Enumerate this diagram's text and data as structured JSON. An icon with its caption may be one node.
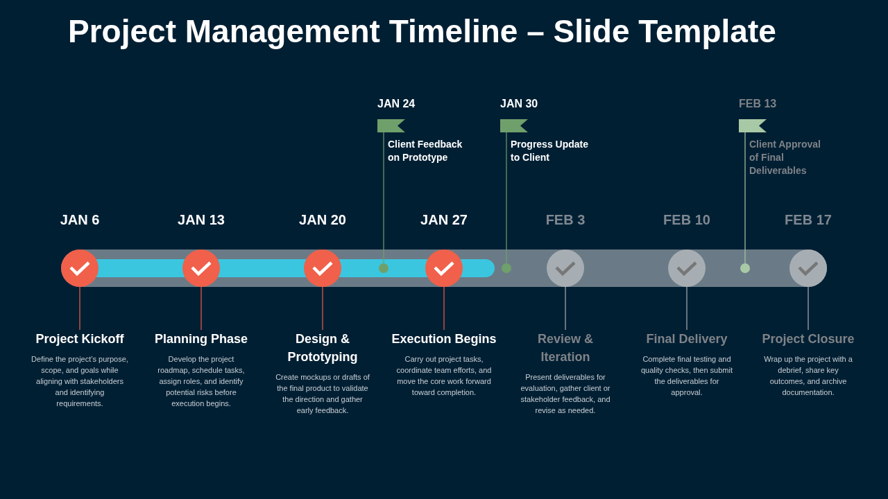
{
  "diagram": {
    "title": "Project Management Timeline – Slide Template",
    "nodes": [
      {
        "text": [],
        "shape": "circle",
        "beside": [
          "JAN 6"
        ]
      },
      {
        "text": [],
        "shape": "circle",
        "beside": [
          "JAN 13"
        ]
      },
      {
        "text": [],
        "shape": "circle",
        "beside": [
          "JAN 20"
        ]
      },
      {
        "text": [],
        "shape": "circle",
        "beside": [
          "JAN 27"
        ]
      },
      {
        "text": [],
        "shape": "circle",
        "beside": [
          "FEB 3"
        ]
      },
      {
        "text": [],
        "shape": "circle",
        "beside": [
          "FEB 10"
        ]
      },
      {
        "text": [],
        "shape": "circle",
        "beside": [
          "FEB 17"
        ]
      },
      {
        "text": [
          "Project Kickoff",
          "Define the project’s purpose, scope, and goals while aligning with stakeholders and identifying requirements."
        ]
      },
      {
        "text": [
          "Planning Phase",
          "Develop the project roadmap, schedule tasks, assign roles, and identify potential risks before execution begins."
        ]
      },
      {
        "text": [
          "Design & Prototyping",
          "Create mockups or drafts of the final product to validate the direction and gather early feedback."
        ]
      },
      {
        "text": [
          "Execution Begins",
          "Carry out project tasks, coordinate team efforts, and move the core work forward toward completion."
        ]
      },
      {
        "text": [
          "Review & Iteration",
          "Present deliverables for evaluation, gather client or stakeholder feedback, and revise as needed."
        ]
      },
      {
        "text": [
          "Final Delivery",
          "Complete final testing and quality checks, then submit the deliverables for approval."
        ]
      },
      {
        "text": [
          "Project Closure",
          "Wrap up the project with a debrief, share key outcomes, and archive documentation."
        ]
      },
      {
        "text": [],
        "shape": "circle"
      },
      {
        "text": [],
        "shape": "circle"
      },
      {
        "text": [],
        "shape": "circle"
      },
      {
        "text": [],
        "shape": "flag",
        "beside": [
          "JAN 24",
          "Client Feedback on Prototype"
        ]
      },
      {
        "text": [],
        "shape": "flag",
        "beside": [
          "JAN 30",
          "Progress Update to Client"
        ]
      },
      {
        "text": [],
        "shape": "flag",
        "beside": [
          "FEB 13",
          "Client Approval of Final Deliverables"
        ]
      }
    ],
    "edges": [
      {
        "from": 0,
        "to": 7,
        "arrow": "none",
        "color": "#f0604a"
      },
      {
        "from": 1,
        "to": 8,
        "arrow": "none",
        "color": "#f0604a"
      },
      {
        "from": 2,
        "to": 9,
        "arrow": "none",
        "color": "#f0604a"
      },
      {
        "from": 3,
        "to": 10,
        "arrow": "none",
        "color": "#f0604a"
      },
      {
        "from": 4,
        "to": 11,
        "arrow": "none",
        "color": "#a9b0b5"
      },
      {
        "from": 5,
        "to": 12,
        "arrow": "none",
        "color": "#a9b0b5"
      },
      {
        "from": 6,
        "to": 13,
        "arrow": "none",
        "color": "#a9b0b5"
      },
      {
        "from": 14,
        "to": 17,
        "arrow": "none",
        "color": "#6fa06b"
      },
      {
        "from": 15,
        "to": 18,
        "arrow": "none",
        "color": "#6fa06b"
      },
      {
        "from": 16,
        "to": 19,
        "arrow": "none",
        "color": "#a8c9a5"
      }
    ]
  }
}
